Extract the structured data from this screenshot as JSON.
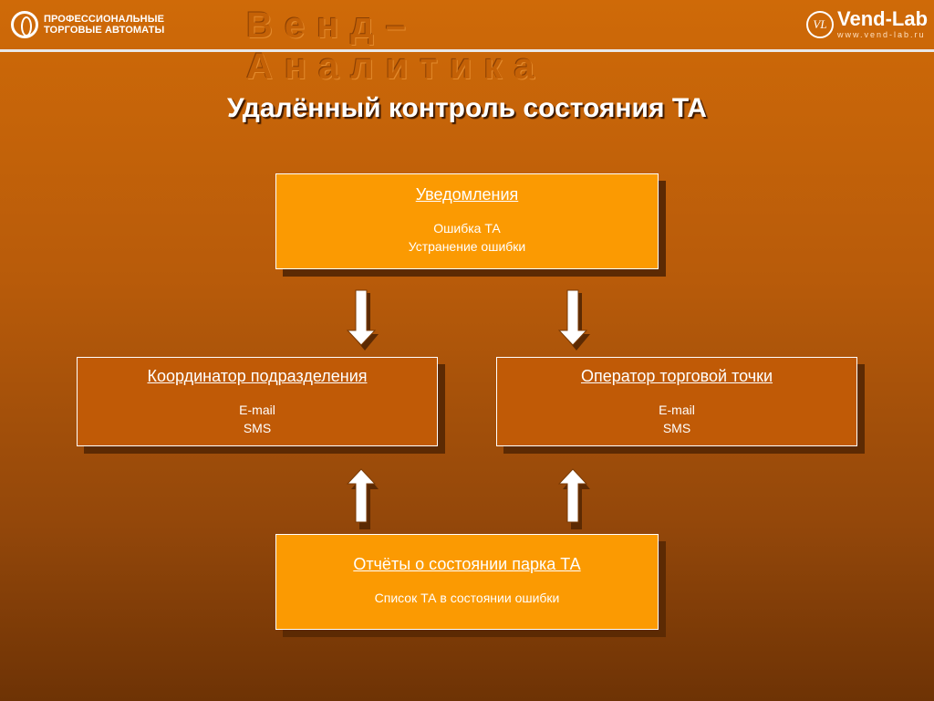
{
  "header": {
    "left_logo_line1": "ПРОФЕССИОНАЛЬНЫЕ",
    "left_logo_line2": "ТОРГОВЫЕ АВТОМАТЫ",
    "site_title": "Венд–Аналитика",
    "right_logo_mark": "VL",
    "right_logo_brand": "Vend-Lab",
    "right_logo_url": "www.vend-lab.ru"
  },
  "page_title": "Удалённый контроль состояния ТА",
  "boxes": {
    "notifications": {
      "heading": "Уведомления",
      "line1": "Ошибка ТА",
      "line2": "Устранение ошибки"
    },
    "coordinator": {
      "heading": "Координатор подразделения",
      "line1": "E-mail",
      "line2": "SMS"
    },
    "operator": {
      "heading": "Оператор торговой точки",
      "line1": "E-mail",
      "line2": "SMS"
    },
    "reports": {
      "heading": "Отчёты о состоянии парка ТА",
      "line1": "Список ТА в состоянии ошибки"
    }
  },
  "colors": {
    "accent_box": "#fb9a02",
    "dark_box": "#c05a06",
    "background_top": "#cf6a08",
    "background_bottom": "#6e3305"
  }
}
